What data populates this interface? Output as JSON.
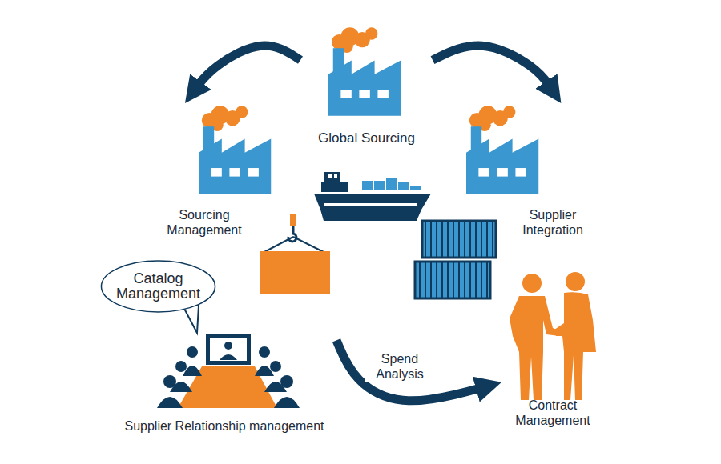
{
  "diagram": {
    "nodes": [
      {
        "text": [
          "Global Sourcing"
        ]
      },
      {
        "text": [
          "Sourcing Management"
        ]
      },
      {
        "text": [
          "Supplier Integration"
        ]
      },
      {
        "text": [
          "Catalog Management"
        ]
      },
      {
        "text": [
          "Supplier Relationship management"
        ]
      },
      {
        "text": [
          "Contract Management"
        ]
      }
    ],
    "edges": [
      {
        "from": 0,
        "to": 1,
        "arrow": "to"
      },
      {
        "from": 0,
        "to": 2,
        "arrow": "to"
      },
      {
        "from": 4,
        "to": 5,
        "label": "Spend Analysis",
        "arrow": "to"
      }
    ]
  }
}
